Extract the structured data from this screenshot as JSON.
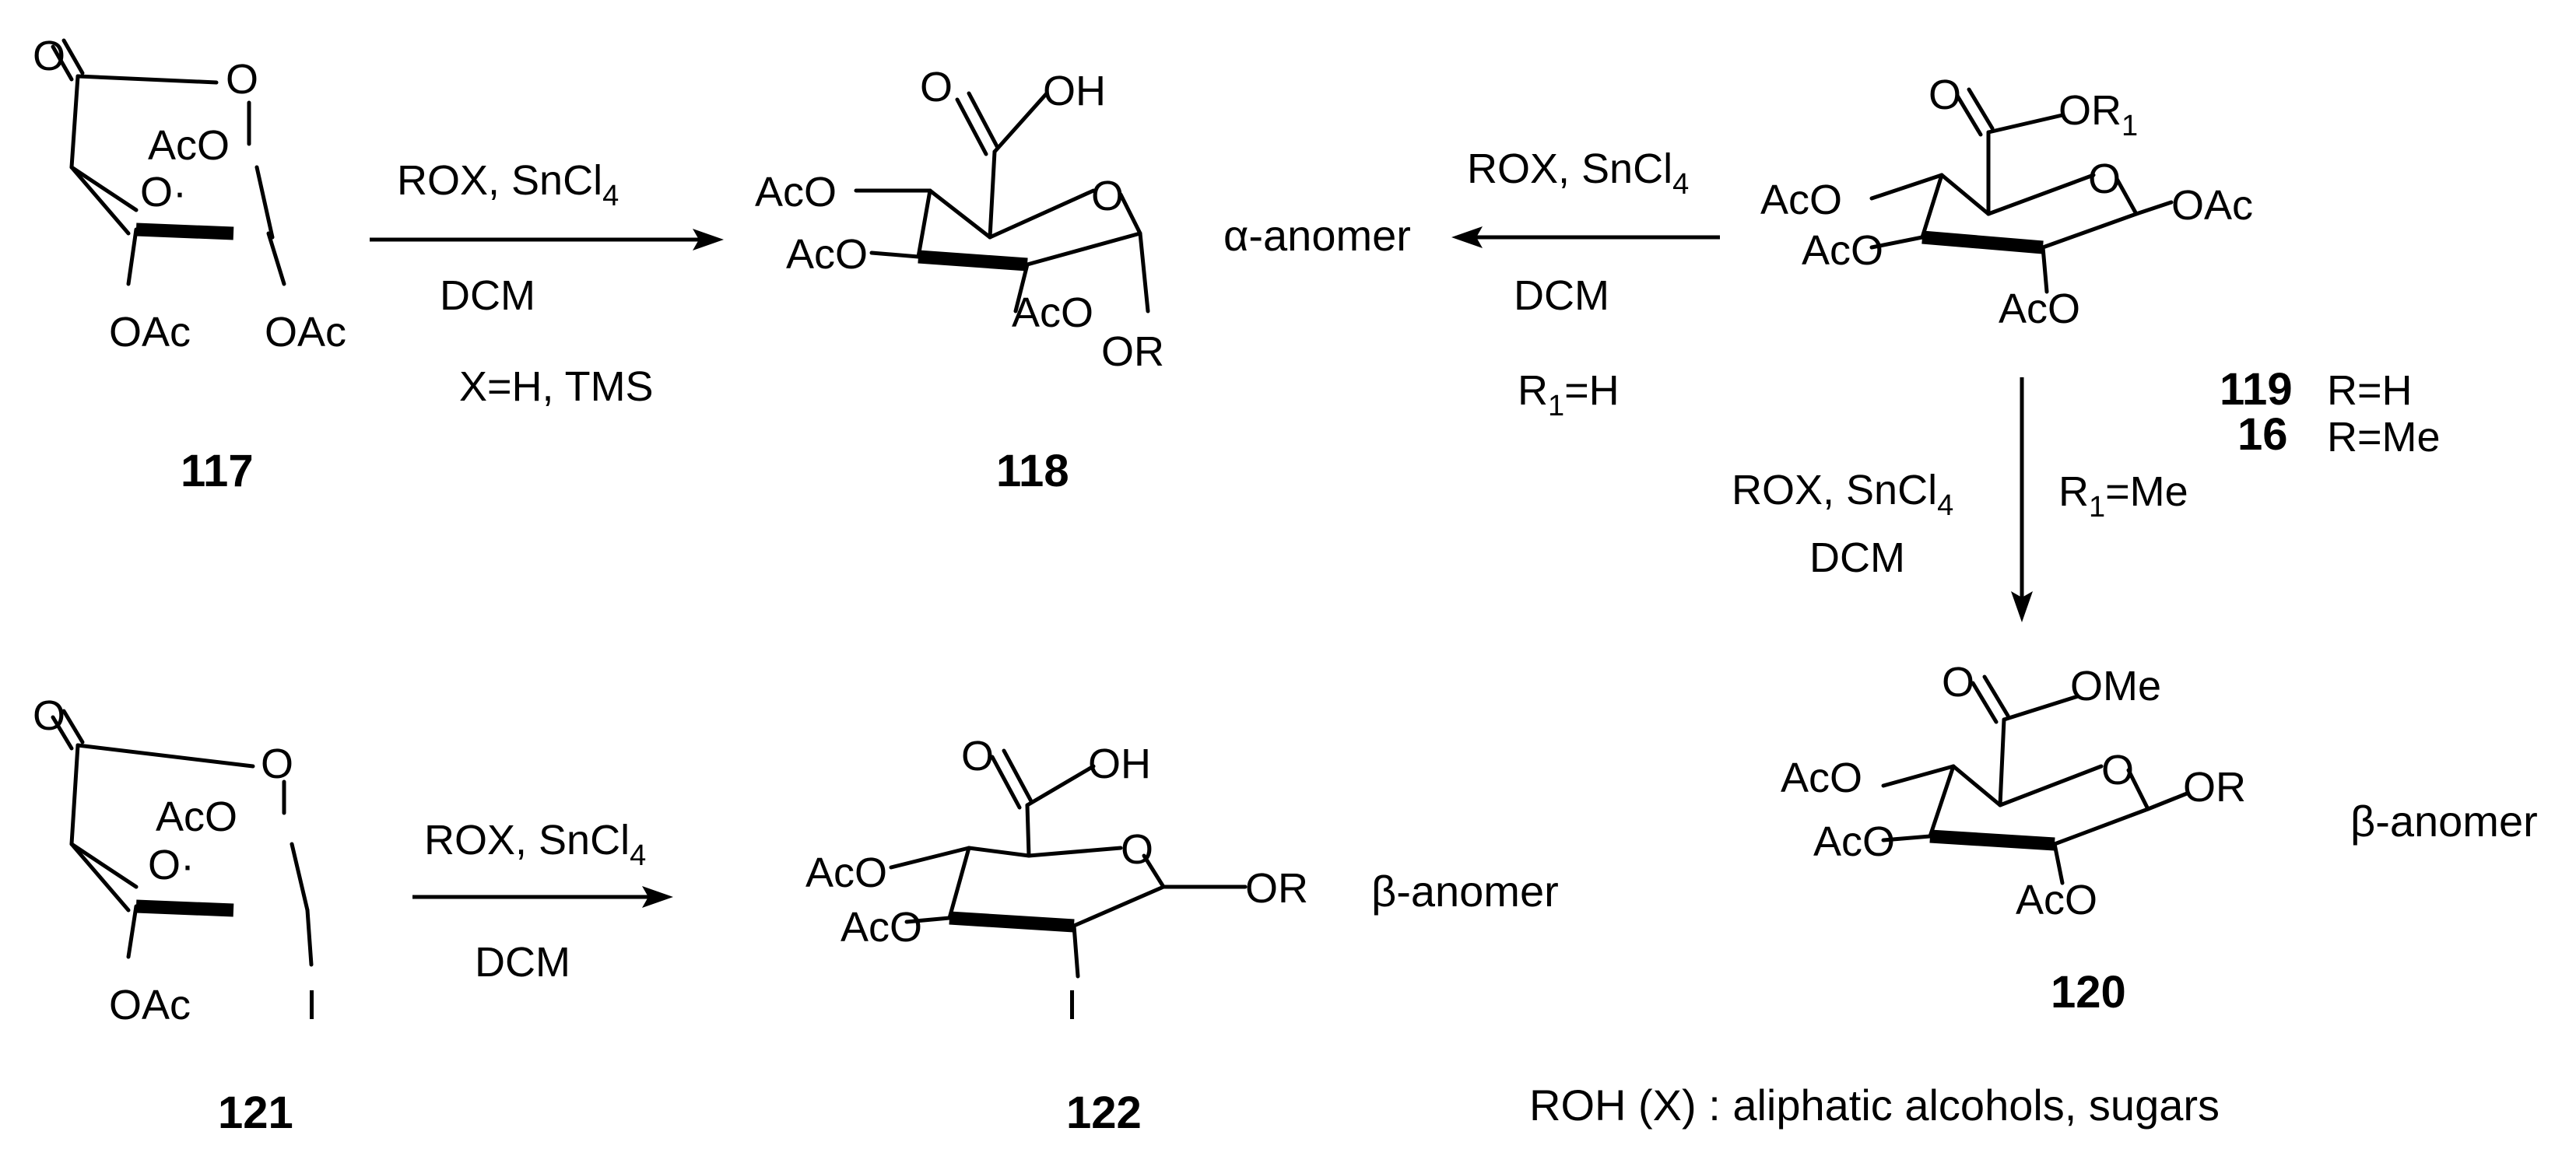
{
  "labels": {
    "c117": "117",
    "c118": "118",
    "c119": "119",
    "c16": "16",
    "c120": "120",
    "c121": "121",
    "c122": "122",
    "r119": "R=H",
    "r16": "R=Me"
  },
  "reactions": {
    "r1": {
      "line1": "ROX, SnCl",
      "sub1": "4",
      "line2": "DCM",
      "line3": "X=H, TMS"
    },
    "r2": {
      "line1": "ROX, SnCl",
      "sub1": "4",
      "line2": "DCM",
      "line3a": "R",
      "line3sub": "1",
      "line3b": "=H"
    },
    "r3": {
      "line1": "ROX, SnCl",
      "sub1": "4",
      "line2": "DCM",
      "cond_a": "R",
      "cond_sub": "1",
      "cond_b": "=Me"
    },
    "r4": {
      "line1": "ROX, SnCl",
      "sub1": "4",
      "line2": "DCM"
    }
  },
  "outcomes": {
    "alpha": "α-anomer",
    "beta1": "β-anomer",
    "beta2": "β-anomer"
  },
  "atoms": {
    "O": "O",
    "OH": "OH",
    "AcO": "AcO",
    "OAc": "OAc",
    "OR": "OR",
    "ORone": "OR",
    "R1sub": "1",
    "OMe": "OMe",
    "I": "I",
    "AcOdot": "AcO",
    "Odot": "O·"
  },
  "footnote": "ROH (X) : aliphatic alcohols, sugars"
}
